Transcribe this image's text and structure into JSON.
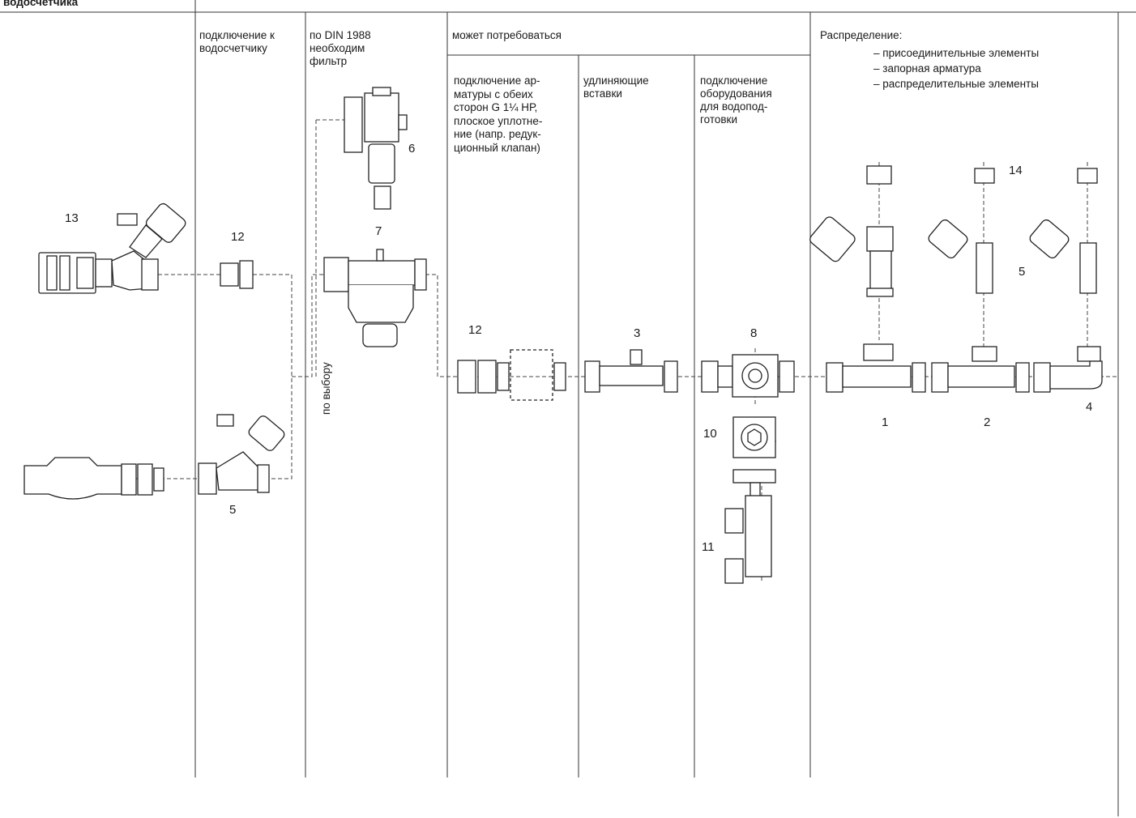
{
  "page_title": "водосчетчика",
  "columns": {
    "meter_connection": [
      "подключение к",
      "водосчетчику"
    ],
    "filter_required": [
      "по DIN 1988",
      "необходим",
      "фильтр"
    ],
    "may_be_required": "может потребоваться",
    "fittings_connection": [
      "подключение ар-",
      "матуры с обеих",
      "сторон G 1¼ НР,",
      "плоское уплотне-",
      "ние (напр. редук-",
      "ционный клапан)"
    ],
    "extension_inserts": [
      "удлиняющие",
      "вставки"
    ],
    "treatment_equipment": [
      "подключение",
      "оборудования",
      "для водопод-",
      "готовки"
    ],
    "distribution_title": "Распределение:",
    "distribution_items": [
      "присоединительные элементы",
      "запорная арматура",
      "распределительные элементы"
    ]
  },
  "optional_label": "по выбору",
  "item_numbers": [
    "13",
    "12",
    "5",
    "6",
    "7",
    "12",
    "3",
    "8",
    "10",
    "11",
    "14",
    "5",
    "1",
    "2",
    "4"
  ]
}
